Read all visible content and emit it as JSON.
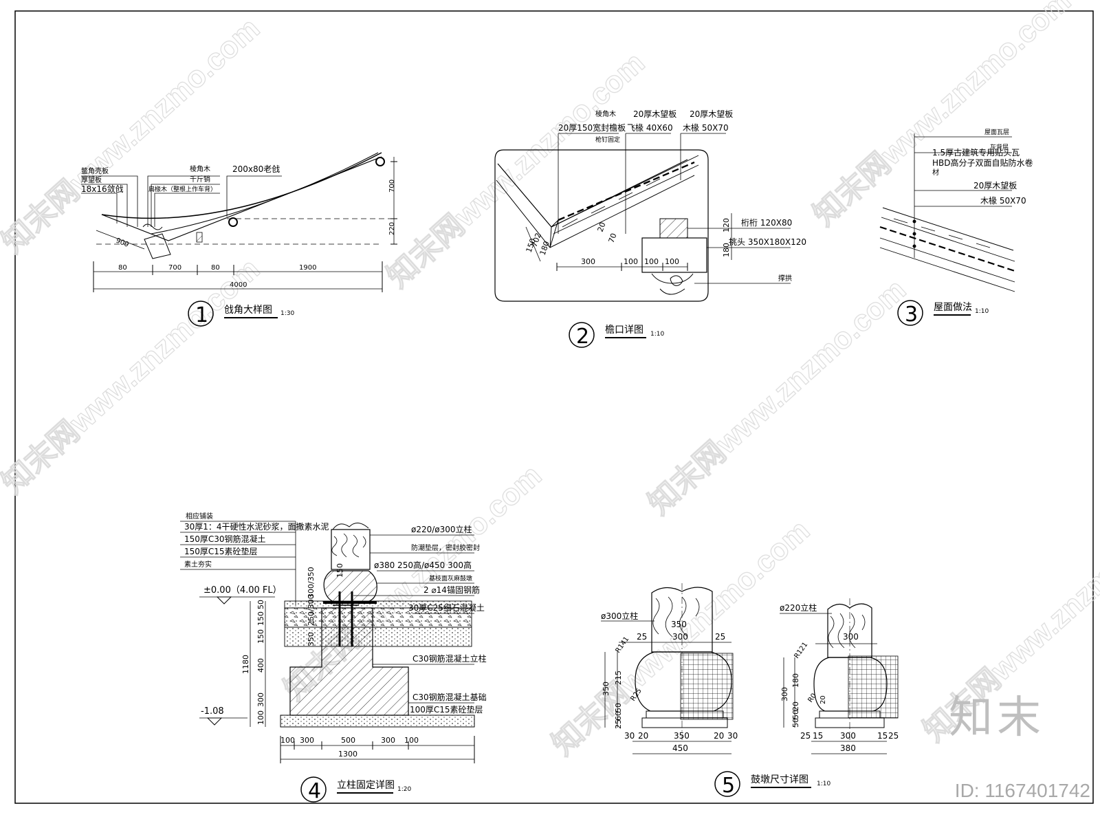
{
  "sheet": {
    "brand_logo": "知末",
    "image_id": "ID: 1167401742",
    "watermark": "知末网www.znzmo.com"
  },
  "d1": {
    "num": "1",
    "title": "戗角大样图",
    "scale": "1:30",
    "labels": [
      "鳖角壳板",
      "厚望板",
      "18x16敛戗",
      "棱角木",
      "千斤销",
      "扁椽木（整根上作车背）",
      "200x80老戗"
    ],
    "dims": [
      "700",
      "220",
      "900",
      "80",
      "700",
      "80",
      "1900",
      "4000"
    ]
  },
  "d2": {
    "num": "2",
    "title": "檐口详图",
    "scale": "1:10",
    "labels": [
      "棱角木",
      "20厚150宽封檐板",
      "枪钉固定",
      "20厚木望板",
      "飞椽 40X60",
      "20厚木望板",
      "木椽 50X70",
      "桁桁 120X80",
      "挑头 350X180X120",
      "撑拱"
    ],
    "dims": [
      "702",
      "180",
      "150",
      "20",
      "70",
      "120",
      "180",
      "300",
      "100",
      "100",
      "100"
    ]
  },
  "d3": {
    "num": "3",
    "title": "屋面做法",
    "scale": "1:10",
    "labels": [
      "屋面瓦层",
      "灰背层",
      "1.5厚古建筑专用贴头瓦",
      "HBD高分子双面自贴防水卷",
      "材",
      "20厚木望板",
      "木椽 50X70"
    ]
  },
  "d4": {
    "num": "4",
    "title": "立柱固定详图",
    "scale": "1:20",
    "left_labels": [
      "相应铺装",
      "30厚1：4干硬性水泥砂浆，面撒素水泥",
      "150厚C30钢筋混凝土",
      "150厚C15素砼垫层",
      "素土夯实"
    ],
    "right_labels": [
      "ø220/ø300立柱",
      "防潮垫层，密封胶密封",
      "ø380 250高/ø450 300高",
      "基枝面灰麻鼓墩",
      "2 ⌀14锚固钢筋",
      "30厚C25细石混凝土",
      "C30钢筋混凝土立柱",
      "C30钢筋混凝土基础",
      "100厚C15素砼垫层"
    ],
    "levels": [
      "±0.00（4.00 FL）",
      "-1.08"
    ],
    "dims_v": [
      "50",
      "150",
      "150",
      "1180",
      "400",
      "300",
      "100"
    ],
    "dims_mid": [
      "300/350",
      "250/300",
      "350",
      "150"
    ],
    "dims_h": [
      "100",
      "300",
      "500",
      "300",
      "100",
      "1300"
    ]
  },
  "d5": {
    "num": "5",
    "title": "鼓墩尺寸详图",
    "scale": "1:10",
    "left": {
      "post": "ø300立柱",
      "r1": "R141",
      "r2": "R25",
      "dims": [
        "350",
        "25",
        "300",
        "25",
        "350",
        "215",
        "50",
        "60",
        "25",
        "30",
        "20",
        "350",
        "20",
        "30",
        "450"
      ]
    },
    "right": {
      "post": "ø220立柱",
      "r1": "R121",
      "r2": "R0",
      "dims": [
        "300",
        "180",
        "50",
        "50",
        "20",
        "20",
        "25",
        "15",
        "300",
        "15",
        "25",
        "380"
      ]
    }
  }
}
